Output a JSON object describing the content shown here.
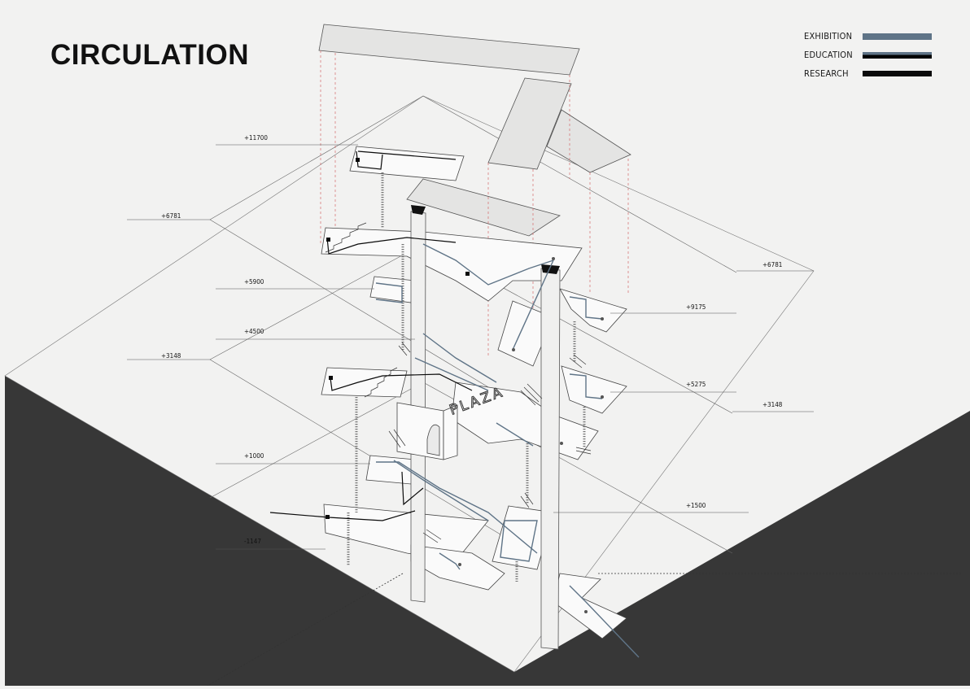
{
  "title": "CIRCULATION",
  "legend": [
    {
      "label": "EXHIBITION",
      "color": "#5f7487"
    },
    {
      "label": "EDUCATION",
      "color": "#5f7487"
    },
    {
      "label": "RESEARCH",
      "color": "#0b0b0b"
    }
  ],
  "plaza_label": "PLAZA",
  "elevations": {
    "left": [
      "+11700",
      "+6781",
      "+5900",
      "+4500",
      "+3148",
      "+1000",
      "-1147"
    ],
    "right": [
      "+6781",
      "+9175",
      "+5275",
      "+3148",
      "+1500"
    ]
  },
  "colors": {
    "background": "#f2f2f1",
    "ground": "#373737",
    "exhibition": "#5f7487",
    "research": "#0b0b0b"
  }
}
